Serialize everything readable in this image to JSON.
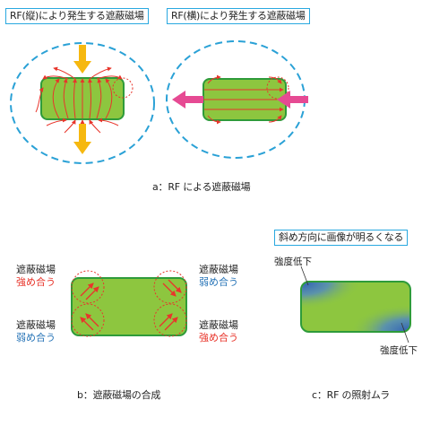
{
  "panel_a": {
    "left_title": "RF(縦)により発生する遮蔽磁場",
    "right_title": "RF(横)により発生する遮蔽磁場",
    "caption": "a：RF による遮蔽磁場"
  },
  "panel_b": {
    "top_left": {
      "line1": "遮蔽磁場",
      "line2": "強め合う"
    },
    "bottom_left": {
      "line1": "遮蔽磁場",
      "line2": "弱め合う"
    },
    "top_right": {
      "line1": "遮蔽磁場",
      "line2": "弱め合う"
    },
    "bottom_right": {
      "line1": "遮蔽磁場",
      "line2": "強め合う"
    },
    "caption": "b：遮蔽磁場の合成"
  },
  "panel_c": {
    "title": "斜め方向に画像が明るくなる",
    "top_label": "強度低下",
    "bottom_label": "強度低下",
    "caption": "c：RF の照射ムラ"
  },
  "colors": {
    "frame": "#29a8e0",
    "green": "#8dc63f",
    "green_border": "#2e9b3a",
    "field_line": "#e8352b",
    "dashed_circle": "#2aa1d6",
    "yellow_arrow": "#f6b80f",
    "pink_arrow": "#e64a93",
    "strengthen": "#e8352b",
    "weaken": "#2a76b8"
  }
}
